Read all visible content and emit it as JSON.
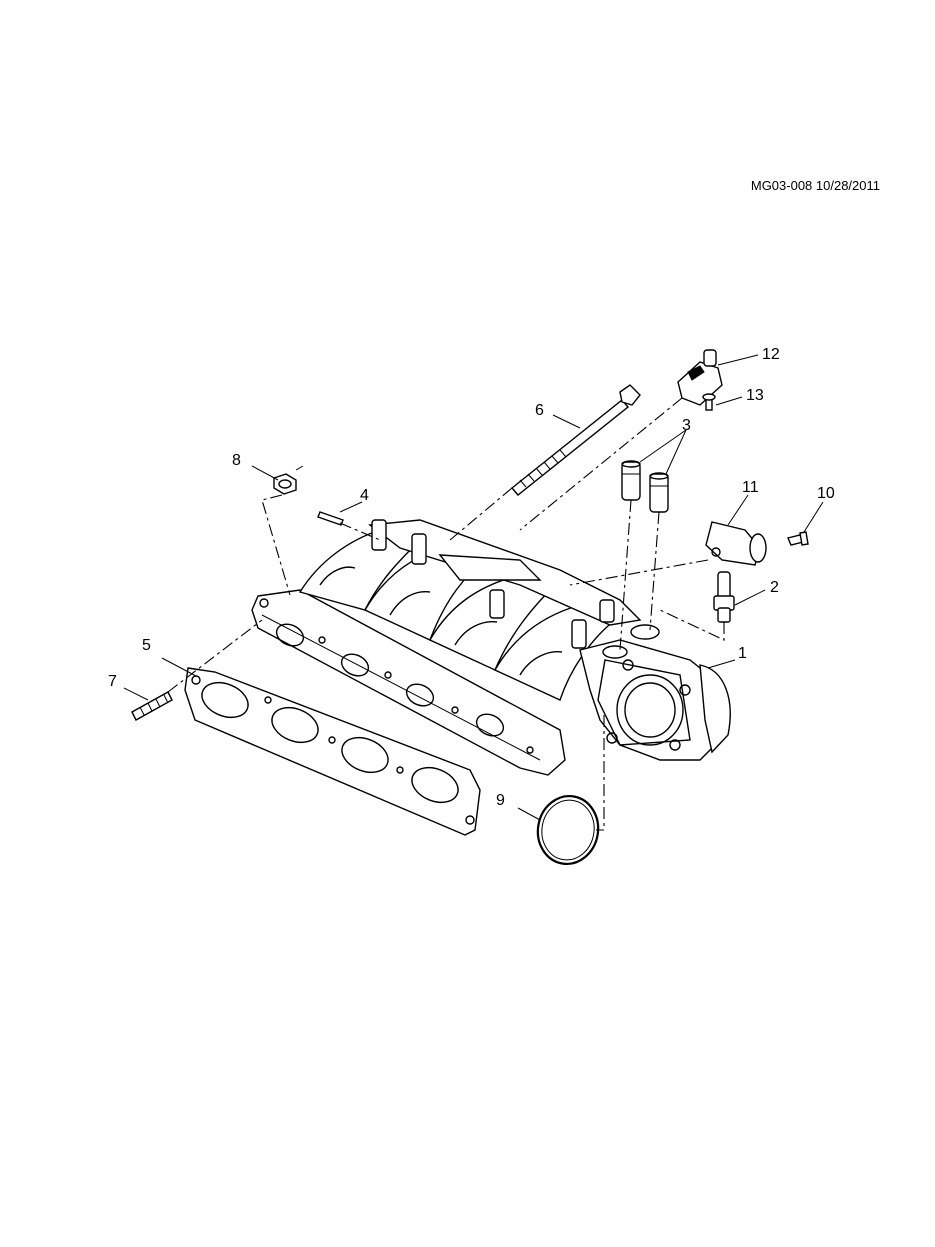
{
  "diagram": {
    "stamp": "MG03-008 10/28/2011",
    "callouts": [
      {
        "id": "c1",
        "label": "1"
      },
      {
        "id": "c2",
        "label": "2"
      },
      {
        "id": "c3",
        "label": "3"
      },
      {
        "id": "c4",
        "label": "4"
      },
      {
        "id": "c5",
        "label": "5"
      },
      {
        "id": "c6",
        "label": "6"
      },
      {
        "id": "c7",
        "label": "7"
      },
      {
        "id": "c8",
        "label": "8"
      },
      {
        "id": "c9",
        "label": "9"
      },
      {
        "id": "c10",
        "label": "10"
      },
      {
        "id": "c11",
        "label": "11"
      },
      {
        "id": "c12",
        "label": "12"
      },
      {
        "id": "c13",
        "label": "13"
      }
    ]
  }
}
